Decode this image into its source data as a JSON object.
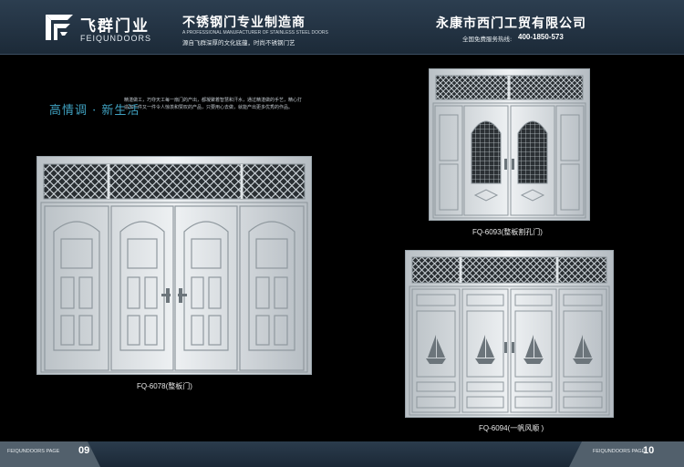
{
  "header": {
    "logo_cn": "飞群门业",
    "logo_en": "FEIQUNDOORS",
    "slogan_title": "不锈钢门专业制造商",
    "slogan_en": "A PROFESSIONAL MANUFACTURER OF STAINLESS STEEL DOORS",
    "slogan_cn": "源自飞群深厚的文化底蕴，时尚不锈钢门艺",
    "company": "永康市西门工贸有限公司",
    "hotline_label": "全国免费服务热线:",
    "hotline_number": "400-1850-573"
  },
  "tagline": {
    "title": "高情调 · 新生活",
    "intro": "精湛做工，巧夺天工每一扇门的产出，都凝聚着智慧和汗水，通过精湛做的手艺，精心打造出一件又一件令人惊羡和赞叹的产品，只要用心去做，就能产出更多优秀的作品。"
  },
  "products": [
    {
      "model": "FQ-6078(整板门)"
    },
    {
      "model": "FQ-6093(整板割孔门)"
    },
    {
      "model": "FQ-6094(一帆风顺 )"
    }
  ],
  "footer": {
    "left_label": "FEIQUNDOORS PAGE",
    "left_page": "09",
    "right_label": "FEIQUNDOORS PAGE",
    "right_page": "10"
  }
}
